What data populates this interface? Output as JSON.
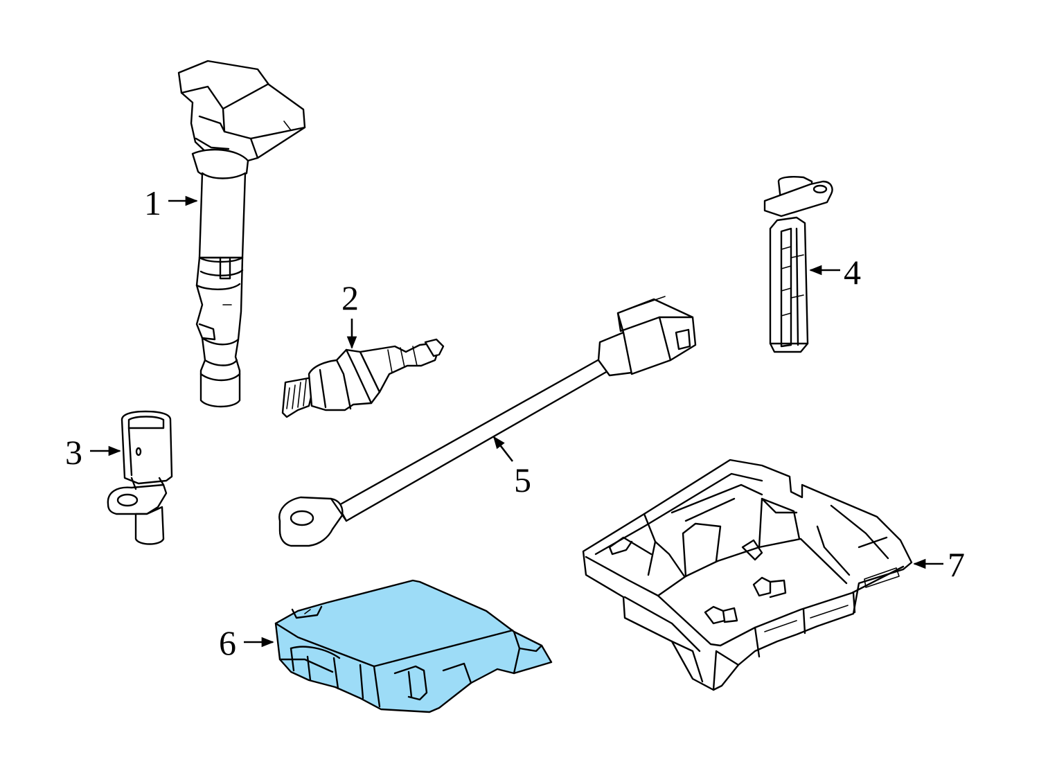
{
  "colors": {
    "line": "#000000",
    "background": "#ffffff",
    "highlight": "#9ddcf7"
  },
  "callouts": [
    {
      "id": 1,
      "label": "1",
      "part": "ignition-coil"
    },
    {
      "id": 2,
      "label": "2",
      "part": "spark-plug"
    },
    {
      "id": 3,
      "label": "3",
      "part": "crankshaft-position-sensor"
    },
    {
      "id": 4,
      "label": "4",
      "part": "camshaft-position-sensor"
    },
    {
      "id": 5,
      "label": "5",
      "part": "knock-sensor"
    },
    {
      "id": 6,
      "label": "6",
      "part": "engine-control-module",
      "highlighted": true
    },
    {
      "id": 7,
      "label": "7",
      "part": "ecm-bracket"
    }
  ]
}
